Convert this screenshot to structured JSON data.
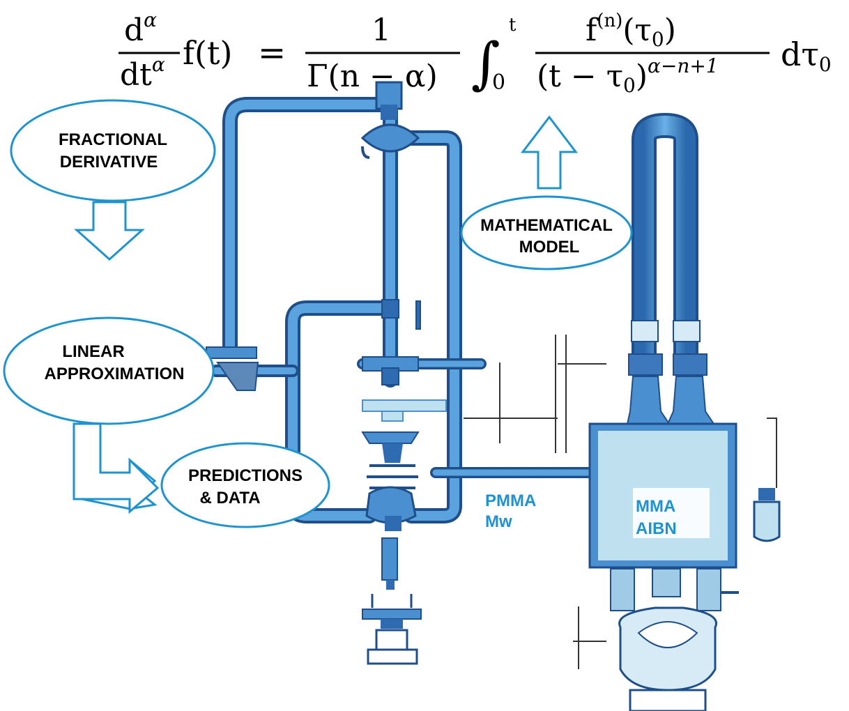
{
  "equation": {
    "lhs_num": "dα",
    "lhs_den": "dtα",
    "lhs_func": "f(t)",
    "equals": "=",
    "coef_num": "1",
    "coef_den": "Γ(n − α)",
    "int_lower": "0",
    "int_upper": "t",
    "frac_num": "f(n)(τ0)",
    "frac_den": "(t − τ0)α−n+1",
    "differential": "dτ0"
  },
  "bubbles": {
    "fractional": [
      "FRACTIONAL",
      "DERIVATIVE"
    ],
    "mathematical": [
      "MATHEMATICAL",
      "MODEL"
    ],
    "linear": [
      "LINEAR",
      "APPROXIMATION"
    ],
    "predictions": [
      "PREDICTIONS",
      "& DATA"
    ]
  },
  "streams": {
    "product": [
      "PMMA",
      "Mw"
    ],
    "reactor": [
      "MMA",
      "AIBN"
    ]
  },
  "colors": {
    "pipe": "#4a8fd0",
    "pipe_dark": "#1f4f8a",
    "outline": "#1e93cf",
    "vessel_fill": "#bfe0ef"
  }
}
